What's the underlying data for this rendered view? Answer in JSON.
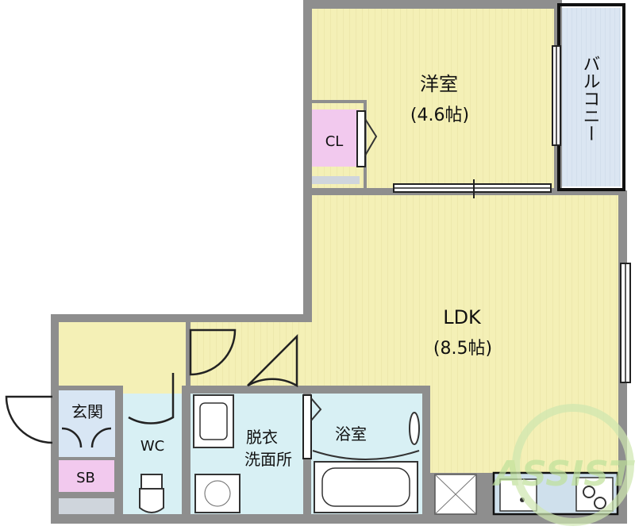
{
  "rooms": {
    "western": {
      "name": "洋室",
      "size": "(4.6帖)"
    },
    "closet": "CL",
    "balcony": "バルコニー",
    "ldk": {
      "name": "LDK",
      "size": "(8.5帖)"
    },
    "entrance": "玄関",
    "shoe_box": "SB",
    "wc": "WC",
    "washroom": [
      "脱衣",
      "洗面所"
    ],
    "bath": "浴室"
  },
  "watermark": "ASSIST",
  "colors": {
    "floor_yellow": "#f4f0b6",
    "wet_blue": "#d8f0f4",
    "closet_pink": "#f2c9ee",
    "balcony_blue": "#dbe6f2",
    "wall": "#8e8e8e",
    "watermark_green": "#cfe7b0"
  }
}
